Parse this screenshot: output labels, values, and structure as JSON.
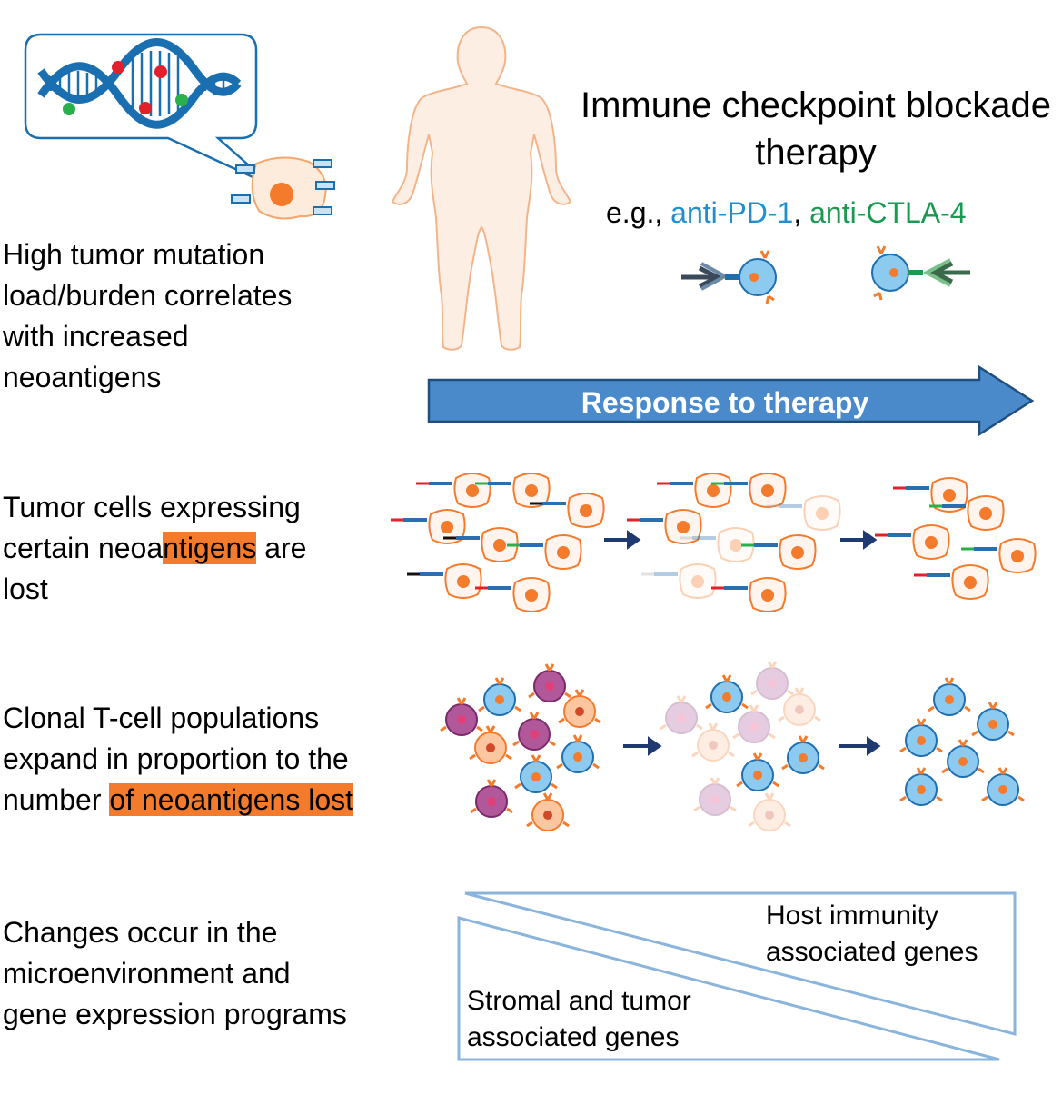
{
  "therapy": {
    "title": "Immune checkpoint\nblockade therapy",
    "eg_prefix": "e.g., ",
    "anti_pd1": "anti-PD-1",
    "separator": ", ",
    "anti_ctla4": "anti-CTLA-4"
  },
  "arrow": {
    "label": "Response to therapy"
  },
  "rows": {
    "mutation": "High tumor mutation\nload/burden correlates\nwith increased\nneoantigens",
    "tumor_part1": "Tumor cells expressing\ncertain neoa",
    "tumor_highlight": "ntigens",
    "tumor_part2": " are\nlost",
    "tcell_part1": "Clonal T-cell populations\nexpand in proportion to the\nnumber ",
    "tcell_highlight": "of neoantigens lost",
    "micro": "Changes occur in the\nmicroenvironment and\ngene expression programs"
  },
  "triangles": {
    "host": "Host immunity\nassociated genes",
    "stromal": "Stromal and tumor\nassociated genes"
  },
  "colors": {
    "pd1": "#1f8fcf",
    "ctla4": "#1a9a50",
    "arrow_fill": "#4a8acb",
    "tumor_orange": "#f47a2c",
    "tcell_blue": "#5bb4e6",
    "triangle_stroke": "#8ab4dc"
  }
}
